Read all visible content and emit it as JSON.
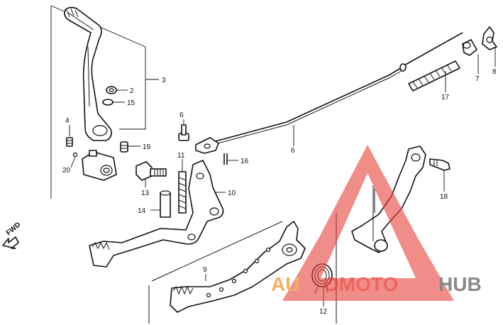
{
  "diagram": {
    "callouts": [
      {
        "id": "p3",
        "label": "3"
      },
      {
        "id": "p2",
        "label": "2"
      },
      {
        "id": "p15",
        "label": "15"
      },
      {
        "id": "p4",
        "label": "4"
      },
      {
        "id": "p19",
        "label": "19"
      },
      {
        "id": "p20",
        "label": "20"
      },
      {
        "id": "p6a",
        "label": "6"
      },
      {
        "id": "p11",
        "label": "11"
      },
      {
        "id": "p16",
        "label": "16"
      },
      {
        "id": "p13",
        "label": "13"
      },
      {
        "id": "p10",
        "label": "10"
      },
      {
        "id": "p14",
        "label": "14"
      },
      {
        "id": "p6b",
        "label": "6"
      },
      {
        "id": "p9",
        "label": "9"
      },
      {
        "id": "p12",
        "label": "12"
      },
      {
        "id": "p8",
        "label": "8"
      },
      {
        "id": "p7",
        "label": "7"
      },
      {
        "id": "p17",
        "label": "17"
      },
      {
        "id": "p18",
        "label": "18"
      }
    ],
    "fwd_label": "FWD"
  },
  "watermark": {
    "text_a": "AU",
    "text_b": "OMOTO",
    "text_c": "HUB",
    "color_red": "#e8413a",
    "color_orange": "#f29a3a",
    "color_gray": "#6c6c6c"
  }
}
